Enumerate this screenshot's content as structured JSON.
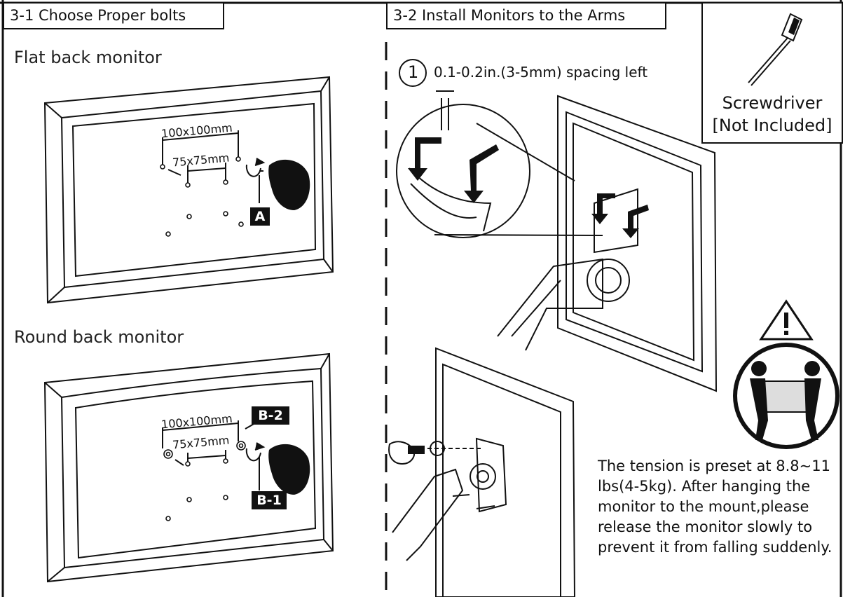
{
  "section_left": {
    "title": "3-1 Choose Proper bolts",
    "flat_label": "Flat back monitor",
    "round_label": "Round back monitor",
    "flat_dim_outer": "100x100mm",
    "flat_dim_inner": "75x75mm",
    "round_dim_outer": "100x100mm",
    "round_dim_inner": "75x75mm",
    "tag_a": "A",
    "tag_b2": "B-2",
    "tag_b1": "B-1"
  },
  "section_right": {
    "title": "3-2 Install Monitors to the Arms",
    "step_number": "1",
    "step_note": "0.1-0.2in.(3-5mm) spacing left"
  },
  "tool": {
    "line1": "Screwdriver",
    "line2": "[Not Included]"
  },
  "warning": {
    "icon": "exclamation-icon",
    "text": "The tension is preset at 8.8~11 lbs(4-5kg). After hanging the monitor to the mount,please release the monitor slowly to prevent it from falling suddenly."
  }
}
